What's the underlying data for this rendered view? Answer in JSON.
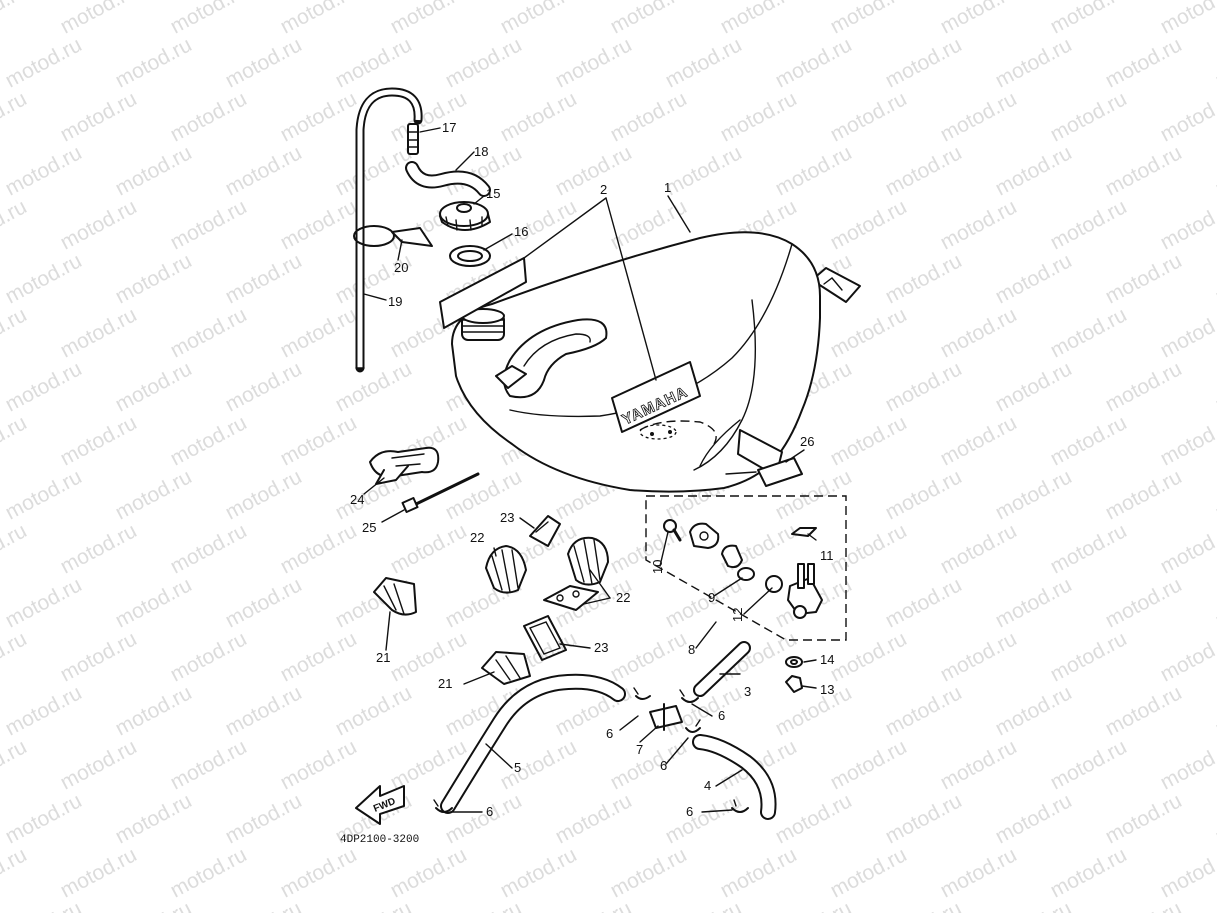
{
  "watermark": "motod.ru",
  "diagram_code": "4DP2100-3200",
  "tank_brand": "YAMAHA",
  "fwd_label": "FWD",
  "callouts": [
    "1",
    "2",
    "3",
    "4",
    "5",
    "6",
    "7",
    "8",
    "9",
    "10",
    "11",
    "12",
    "13",
    "14",
    "15",
    "16",
    "17",
    "18",
    "19",
    "20",
    "21",
    "22",
    "23",
    "24",
    "25",
    "26"
  ]
}
